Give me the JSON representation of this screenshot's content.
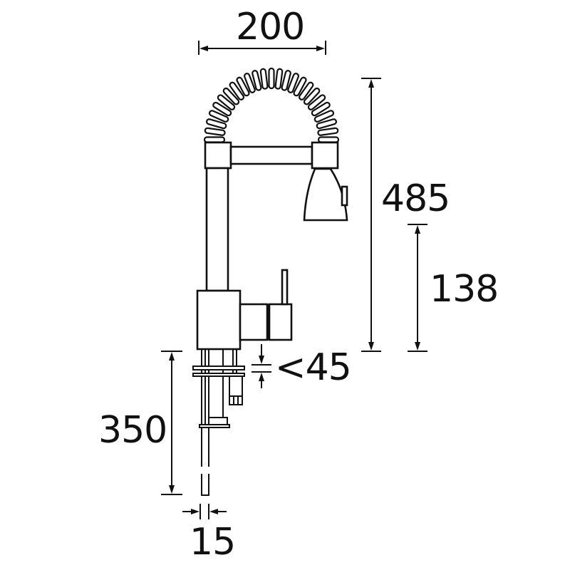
{
  "drawing": {
    "subject": "pull-out spring kitchen mixer tap technical dimension drawing",
    "units": "mm",
    "line_color": "#111111",
    "background_color": "#ffffff"
  },
  "dimensions": {
    "spout_reach": {
      "label": "200",
      "orientation": "horizontal"
    },
    "overall_height": {
      "label": "485",
      "orientation": "vertical"
    },
    "spout_outlet_height": {
      "label": "138",
      "orientation": "vertical"
    },
    "max_deck_thickness": {
      "label": "<45",
      "orientation": "vertical"
    },
    "tail_length": {
      "label": "350",
      "orientation": "vertical"
    },
    "tail_diameter": {
      "label": "15",
      "orientation": "horizontal"
    }
  },
  "components": [
    {
      "name": "spring-coil",
      "description": "coiled spring arch over spout"
    },
    {
      "name": "vertical-column",
      "description": "main upright body"
    },
    {
      "name": "horizontal-spout-arm",
      "description": "spout bar"
    },
    {
      "name": "spray-head",
      "description": "bell-shaped pull-out spray head with button"
    },
    {
      "name": "mixer-body",
      "description": "base body block"
    },
    {
      "name": "lever-handle",
      "description": "side single lever"
    },
    {
      "name": "fixing-kit",
      "description": "threaded rods, washers, nut"
    },
    {
      "name": "tail-pipe",
      "description": "flexible supply tails"
    }
  ]
}
